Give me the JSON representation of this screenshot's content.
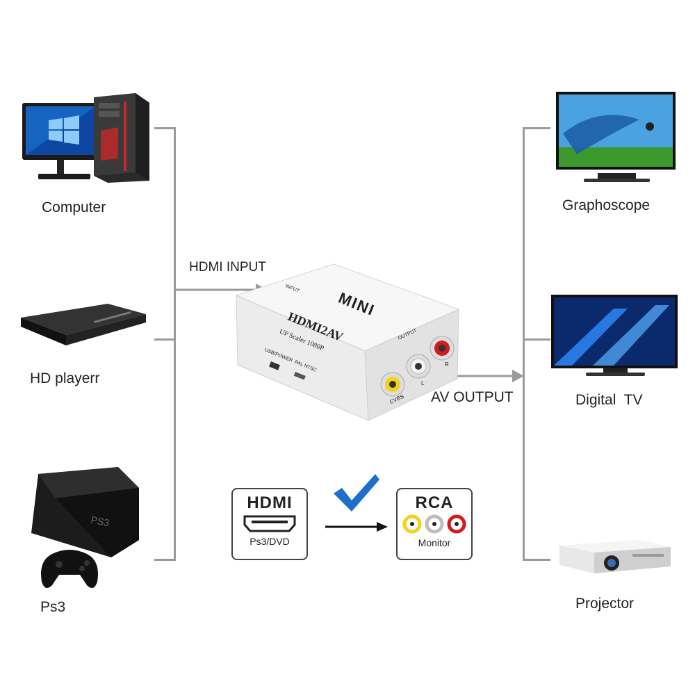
{
  "sources": [
    {
      "label": "Computer",
      "icon": "computer-icon"
    },
    {
      "label": "HD playerr",
      "icon": "hd-player-icon"
    },
    {
      "label": "Ps3",
      "icon": "ps3-console-icon"
    }
  ],
  "outputs": [
    {
      "label": "Graphoscope",
      "icon": "graphoscope-tv-icon"
    },
    {
      "label": "Digital  TV",
      "icon": "digital-tv-icon"
    },
    {
      "label": "Projector",
      "icon": "projector-icon"
    }
  ],
  "hdmi_input_label": "HDMI INPUT",
  "av_output_label": "AV OUTPUT",
  "device": {
    "brand": "MINI",
    "model": "HDMI2AV",
    "subtitle": "UP Scaler 1080P",
    "input_port": "INPUT",
    "output_port": "OUTPUT",
    "switch_label": "USB/POWER  PAL NTSC",
    "port_labels": [
      "CVBS",
      "L",
      "R"
    ]
  },
  "hdmi_box": {
    "title": "HDMI",
    "subtitle": "Ps3/DVD"
  },
  "rca_box": {
    "title": "RCA",
    "subtitle": "Monitor"
  },
  "colors": {
    "connector": "#9a9a9a",
    "checkmark": "#1d6fc9",
    "rca_yellow": "#f2d21b",
    "rca_white": "#d8d8d8",
    "rca_red": "#d21b1b"
  }
}
